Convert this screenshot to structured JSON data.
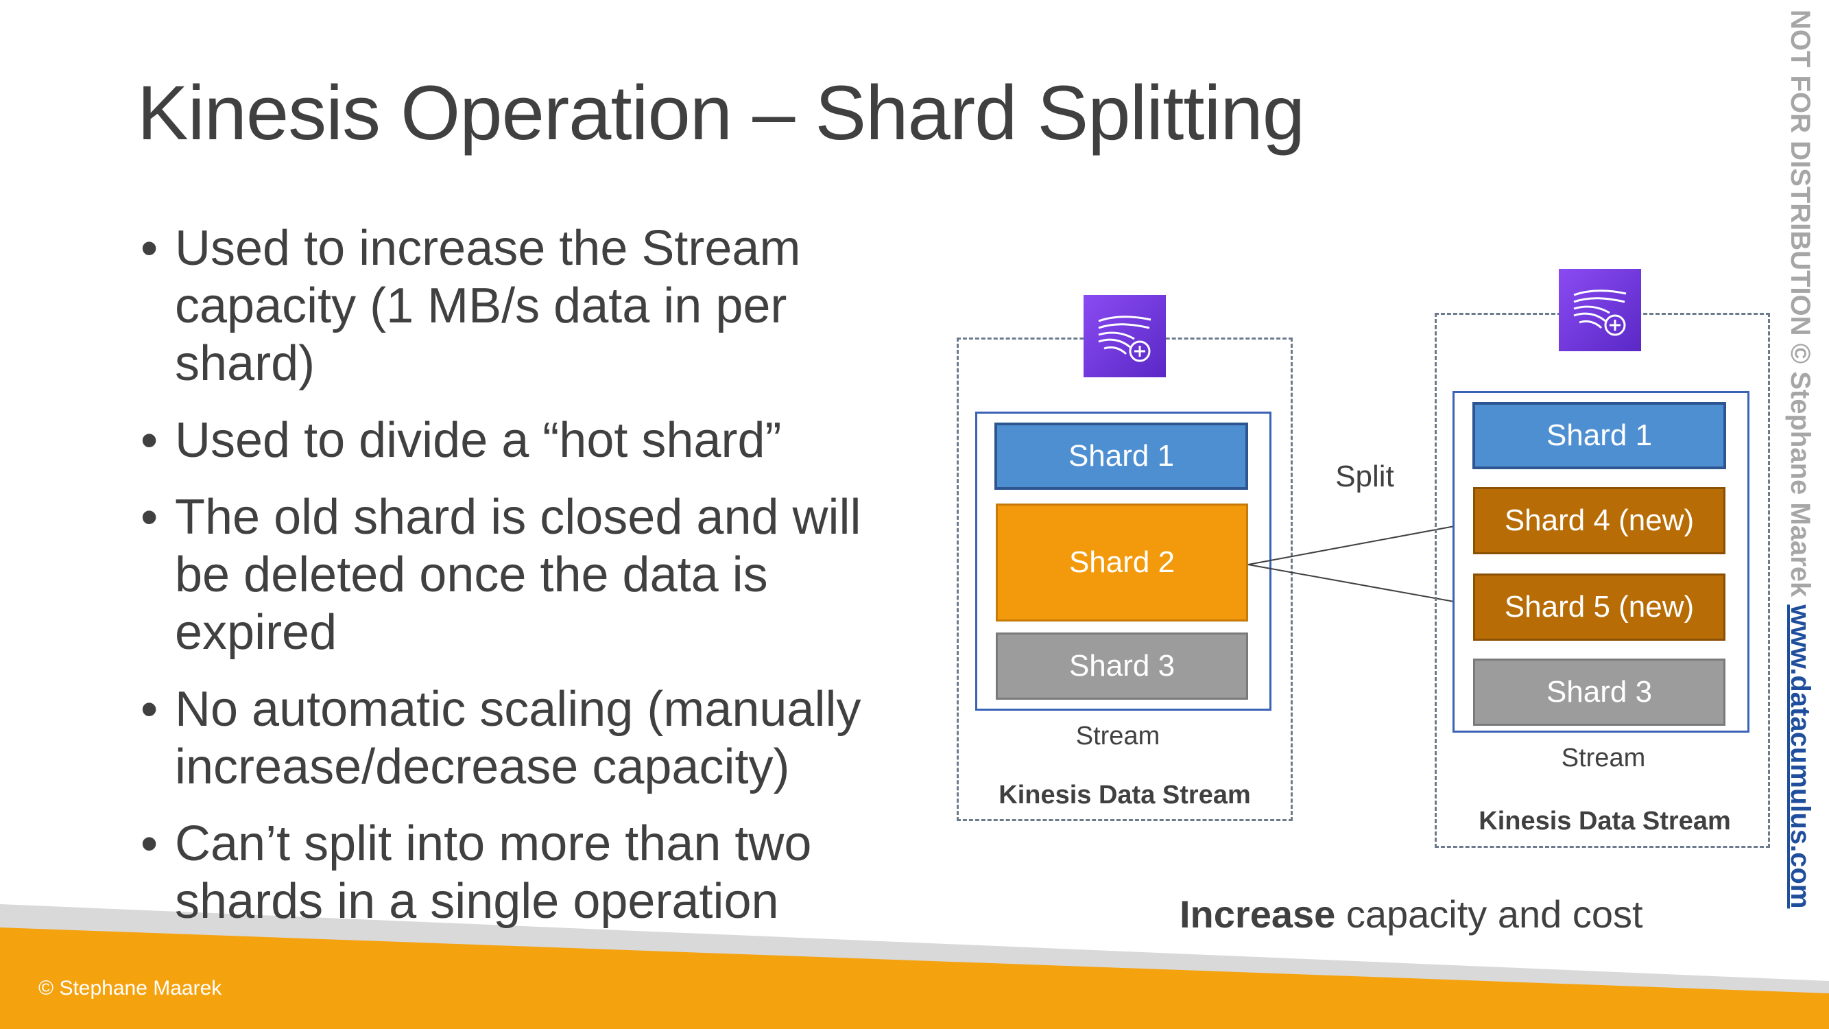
{
  "slide": {
    "title": "Kinesis Operation – Shard Splitting",
    "bullets": [
      "Used to increase the Stream capacity (1 MB/s data in per shard)",
      "Used to divide a “hot shard”",
      "The old shard is closed and will be deleted once the data is expired",
      "No automatic scaling (manually increase/decrease capacity)",
      "Can’t split into more than two shards in a single operation"
    ]
  },
  "diagram": {
    "left": {
      "shards": [
        "Shard 1",
        "Shard 2",
        "Shard 3"
      ],
      "stream_label": "Stream",
      "service_label": "Kinesis Data Stream"
    },
    "arrow_label": "Split",
    "right": {
      "shards": [
        "Shard 1",
        "Shard 4 (new)",
        "Shard 5 (new)",
        "Shard 3"
      ],
      "stream_label": "Stream",
      "service_label": "Kinesis Data Stream"
    },
    "icon": "kinesis-data-streams-icon",
    "colors": {
      "shard_blue": "#4e8fd2",
      "shard_orange": "#f39a0c",
      "shard_new": "#b76c05",
      "shard_gray": "#9c9c9c",
      "icon_purple": "#7a3ff0"
    }
  },
  "summary": {
    "bold": "Increase",
    "rest": " capacity and cost"
  },
  "footer": {
    "copyright": "© Stephane Maarek"
  },
  "watermark": {
    "text": "NOT FOR DISTRIBUTION © Stephane Maarek ",
    "link": "www.datacumulus.com"
  }
}
